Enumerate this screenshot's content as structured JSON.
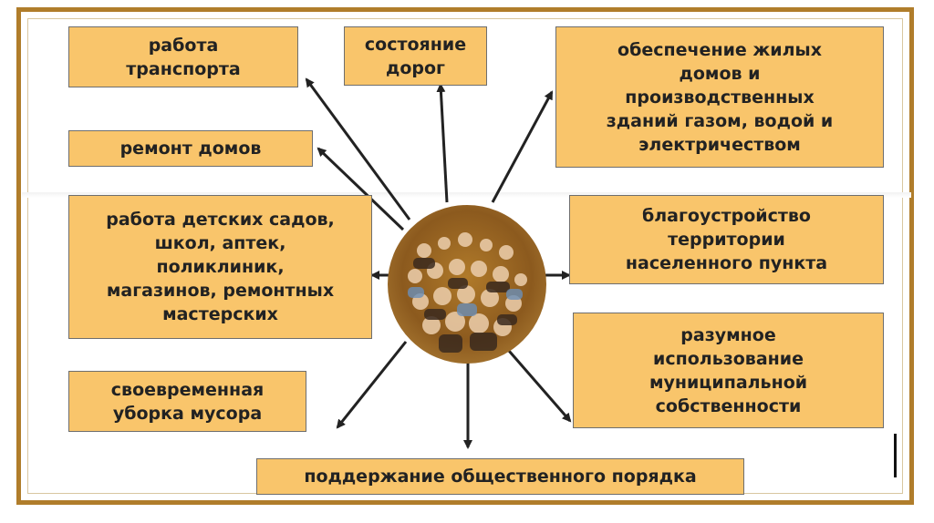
{
  "diagram": {
    "boxes": {
      "transport": "работа\nтранспорта",
      "roads": "состояние\nдорог",
      "utilities": "обеспечение жилых\nдомов и\nпроизводственных\nзданий газом, водой и\nэлектричеством",
      "repair": "ремонт домов",
      "institutions": "работа детских садов,\nшкол, аптек,\nполиклиник,\nмагазинов, ремонтных\nмастерских",
      "landscaping": "благоустройство\nтерритории\nнаселенного пункта",
      "garbage": "своевременная\nуборка мусора",
      "property": "разумное\nиспользование\nмуниципальной\nсобственности",
      "order": "поддержание общественного порядка"
    },
    "colors": {
      "box_fill": "#f9c56b",
      "frame": "#b07d2b",
      "arrow": "#222222"
    }
  }
}
